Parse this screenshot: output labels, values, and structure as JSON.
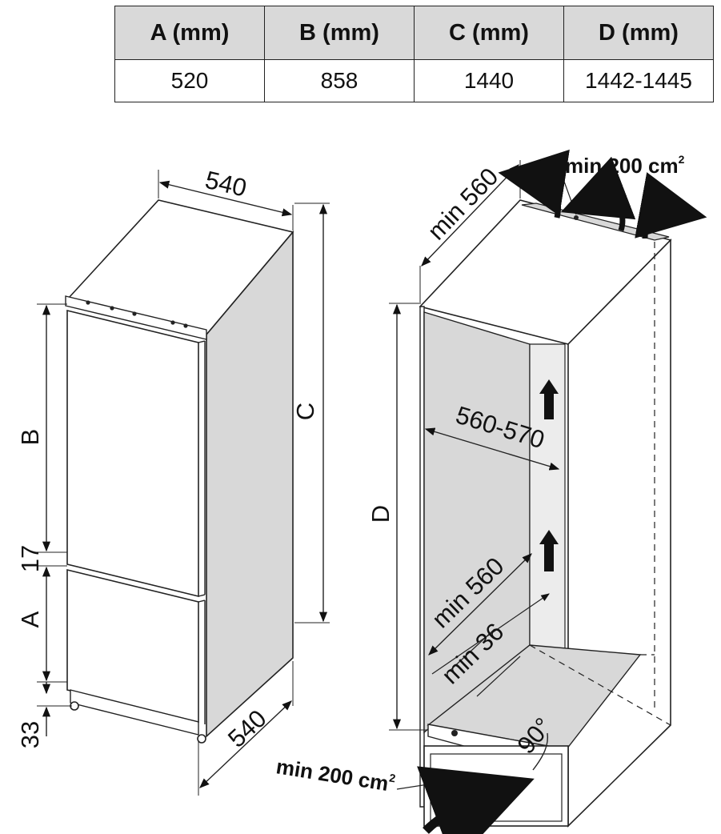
{
  "table": {
    "headers": [
      "A (mm)",
      "B (mm)",
      "C (mm)",
      "D (mm)"
    ],
    "values": [
      "520",
      "858",
      "1440",
      "1442-1445"
    ]
  },
  "fridge": {
    "width_top": "540",
    "depth_bottom": "540",
    "height_label": "C",
    "upper_door_label": "B",
    "gap_label": "17",
    "lower_door_label": "A",
    "base_label": "33"
  },
  "niche": {
    "min_depth_top": "min 560",
    "vent_top": "min 200 cm",
    "vent_top_sup": "2",
    "width": "560-570",
    "height_label": "D",
    "min_depth_inner": "min 560",
    "min_gap": "min 36",
    "angle": "90°",
    "vent_bottom": "min 200 cm",
    "vent_bottom_sup": "2"
  }
}
